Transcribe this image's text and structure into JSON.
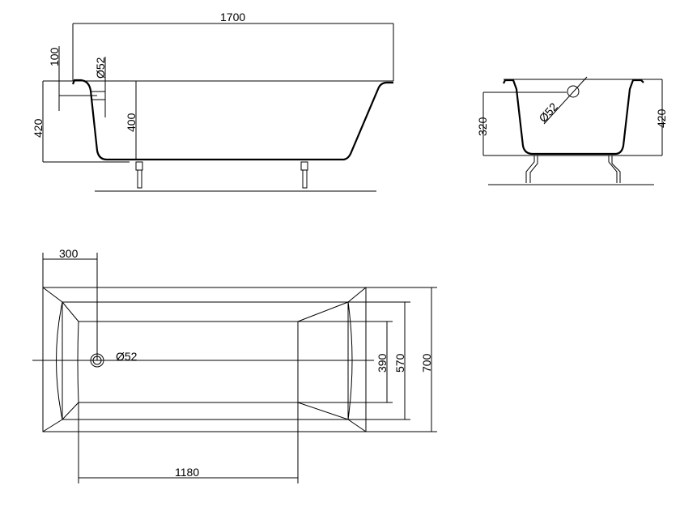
{
  "side_view": {
    "length": "1700",
    "height_total": "420",
    "depth": "400",
    "overflow_offset": "100",
    "overflow_diameter": "Ø52"
  },
  "end_view": {
    "depth": "320",
    "height_total": "420",
    "overflow_diameter": "Ø52"
  },
  "plan_view": {
    "drain_offset": "300",
    "drain_diameter": "Ø52",
    "basin_length": "1180",
    "basin_width": "390",
    "inner_width": "570",
    "outer_width": "700"
  },
  "colors": {
    "line": "#000000",
    "background": "#ffffff"
  }
}
